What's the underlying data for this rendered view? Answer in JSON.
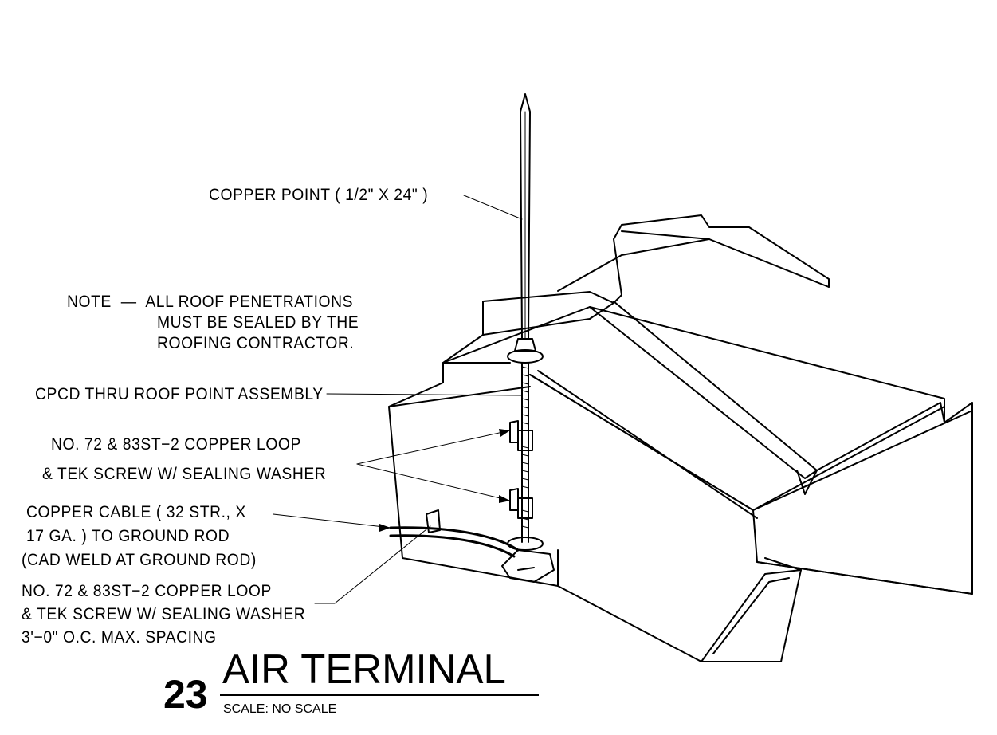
{
  "detail": {
    "number": "23",
    "title": "AIR TERMINAL",
    "scale": "SCALE: NO SCALE"
  },
  "callouts": {
    "copper_point": "COPPER POINT ( 1/2\" X 24\" )",
    "note": [
      "NOTE  —  ALL ROOF PENETRATIONS",
      "MUST BE SEALED BY THE",
      "ROOFING CONTRACTOR."
    ],
    "assembly": "CPCD THRU ROOF POINT ASSEMBLY",
    "loop_upper": [
      "NO. 72 & 83ST−2 COPPER LOOP",
      "& TEK SCREW W/ SEALING WASHER"
    ],
    "cable": [
      "COPPER CABLE ( 32 STR., X",
      "17 GA. ) TO GROUND ROD",
      "(CAD WELD AT GROUND ROD)"
    ],
    "loop_lower": [
      "NO. 72 & 83ST−2 COPPER LOOP",
      "& TEK SCREW W/ SEALING WASHER",
      "3'−0\" O.C. MAX. SPACING"
    ]
  }
}
